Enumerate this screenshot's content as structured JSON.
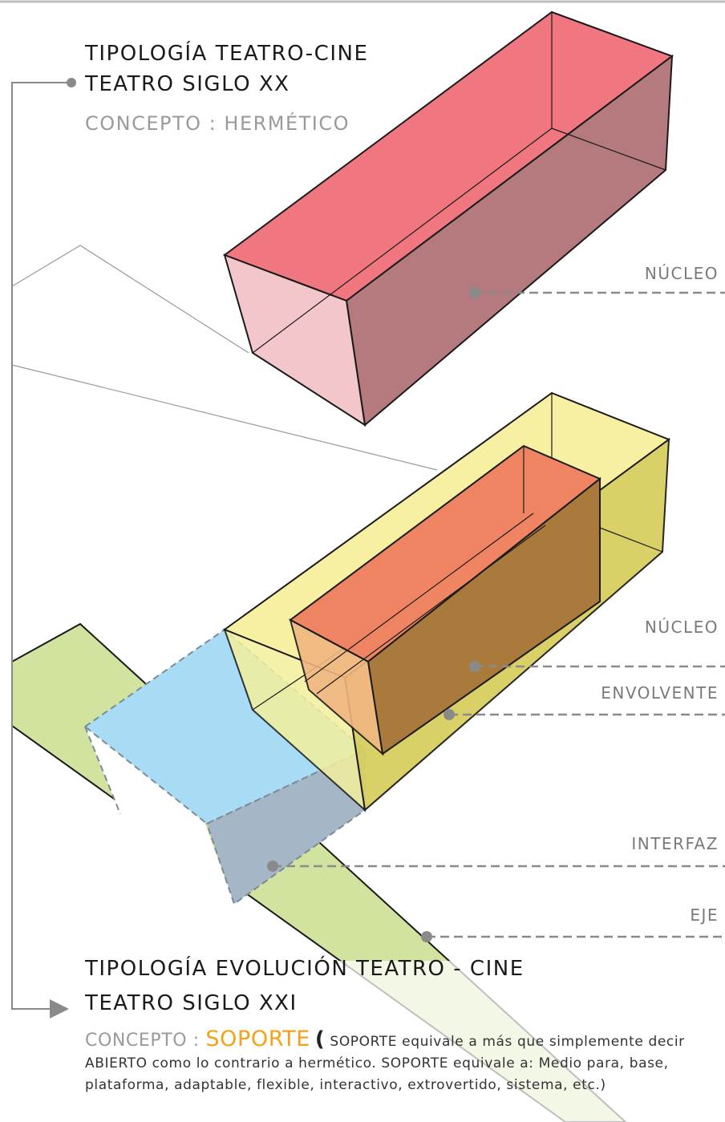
{
  "top_block": {
    "title_line1": "TIPOLOGÍA TEATRO-CINE",
    "title_line2": "TEATRO SIGLO XX",
    "concept": "CONCEPTO : HERMÉTICO"
  },
  "labels": {
    "nucleo_top": "NÚCLEO",
    "nucleo": "NÚCLEO",
    "envolvente": "ENVOLVENTE",
    "interfaz": "INTERFAZ",
    "eje": "EJE"
  },
  "bottom_block": {
    "title_line1": "TIPOLOGÍA EVOLUCIÓN TEATRO - CINE",
    "title_line2": "TEATRO SIGLO XXI",
    "concept_prefix": "CONCEPTO : ",
    "concept_keyword": "SOPORTE",
    "paren_open": "(",
    "description": "SOPORTE equivale a más que simplemente decir ABIERTO como lo contrario a hermético. SOPORTE equivale a: Medio para, base, plataforma, adaptable, flexible, interactivo, extrovertido, sistema, etc.)"
  },
  "colors": {
    "nucleo_top": "#ef6b77",
    "envolvente": "#f6ee9a",
    "nucleo_inner": "#e8724a",
    "interfaz": "#a8dcf4",
    "eje": "#cfe09c",
    "accent": "#f5a016"
  }
}
